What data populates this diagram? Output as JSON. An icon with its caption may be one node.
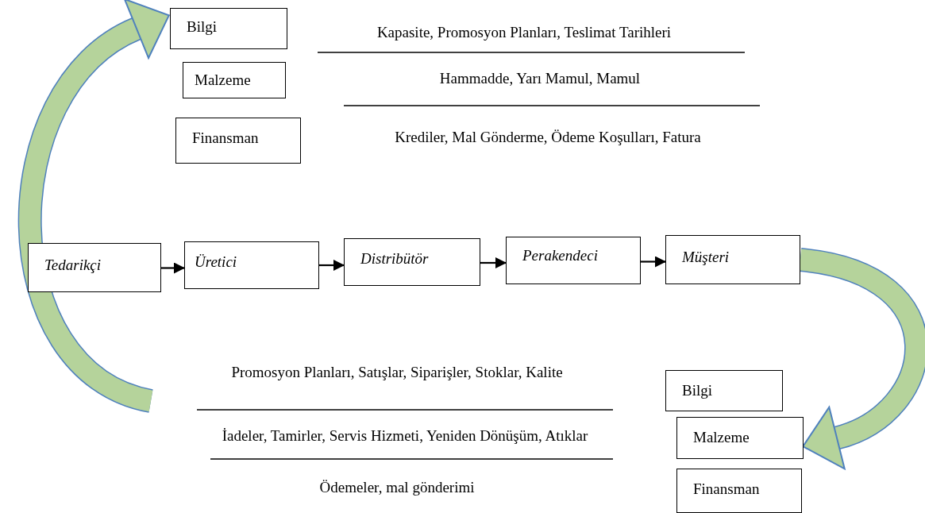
{
  "diagram": {
    "nodes": [
      {
        "text": [
          "Bilgi"
        ]
      },
      {
        "text": [
          "Malzeme"
        ]
      },
      {
        "text": [
          "Finansman"
        ]
      },
      {
        "text": [
          "Tedarikçi"
        ]
      },
      {
        "text": [
          "Üretici"
        ]
      },
      {
        "text": [
          "Distribütör"
        ]
      },
      {
        "text": [
          "Perakendeci"
        ]
      },
      {
        "text": [
          "Müşteri"
        ]
      },
      {
        "text": [
          "Bilgi"
        ]
      },
      {
        "text": [
          "Malzeme"
        ]
      },
      {
        "text": [
          "Finansman"
        ]
      }
    ],
    "edges": [
      {
        "from": 3,
        "to": 4,
        "arrow": "to"
      },
      {
        "from": 4,
        "to": 5,
        "arrow": "to"
      },
      {
        "from": 5,
        "to": 6,
        "arrow": "to"
      },
      {
        "from": 6,
        "to": 7,
        "arrow": "to"
      },
      {
        "from": 7,
        "to": 9,
        "arrow": "to",
        "style": "thick",
        "color": "#b5d39b"
      },
      {
        "from": null,
        "to": 0,
        "arrow": "to",
        "style": "thick",
        "color": "#b5d39b"
      }
    ],
    "labels": [
      "Kapasite, Promosyon Planları, Teslimat Tarihleri",
      "Hammadde, Yarı Mamul, Mamul",
      "Krediler, Mal Gönderme, Ödeme Koşulları, Fatura",
      "Promosyon Planları, Satışlar, Siparişler, Stoklar, Kalite",
      "İadeler, Tamirler, Servis Hizmeti, Yeniden Dönüşüm, Atıklar",
      "Ödemeler, mal gönderimi"
    ]
  }
}
